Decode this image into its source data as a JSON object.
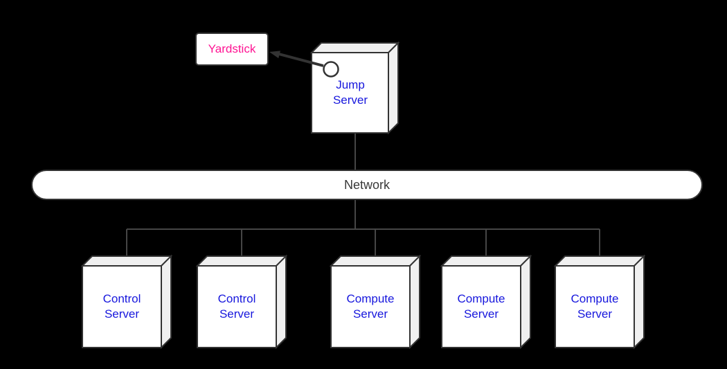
{
  "diagram": {
    "title": "Jump server network deployment diagram",
    "background_color": "#000000",
    "colors": {
      "node_fill": "#ffffff",
      "node_side_fill": "#f0f0f0",
      "node_border": "#333333",
      "connector_line": "#464646",
      "server_label_blue": "#1717dd",
      "yardstick_pink": "#ff1493",
      "network_text": "#383838"
    },
    "yardstick_note": {
      "label": "Yardstick"
    },
    "jump_server": {
      "label": "Jump Server",
      "port_icon": "interface-port-circle"
    },
    "network_bus": {
      "label": "Network"
    },
    "servers": [
      {
        "label": "Control Server"
      },
      {
        "label": "Control Server"
      },
      {
        "label": "Compute Server"
      },
      {
        "label": "Compute Server"
      },
      {
        "label": "Compute Server"
      }
    ]
  }
}
